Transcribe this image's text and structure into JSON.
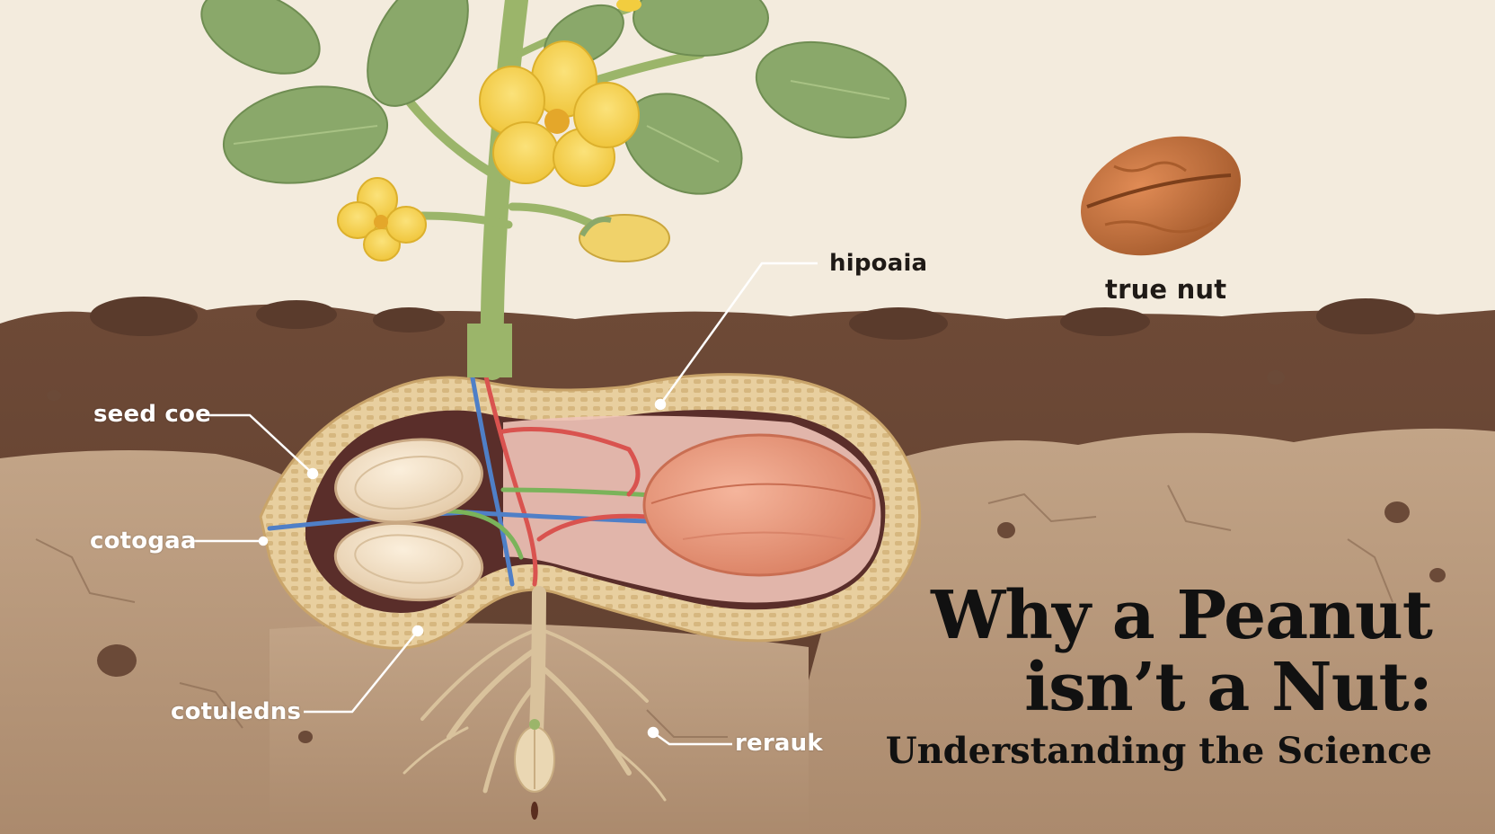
{
  "labels": {
    "hypocotyl": "hipoaia",
    "true_nut": "true nut",
    "seed_coat": "seed coe",
    "cotyledon_top": "cotogaa",
    "cotyledon_bottom": "cotuledns",
    "radicle": "rerauk"
  },
  "title": {
    "line1": "Why a Peanut",
    "line2": "isn’t a Nut:",
    "subtitle": "Understanding the Science"
  },
  "colors": {
    "sky": "#f3ebdd",
    "topsoil": "#7a5440",
    "subsoil": "#b89a7f",
    "leaf": "#8aa86a",
    "flower": "#f2cd3f",
    "shell": "#e8cf9f",
    "seed": "#e8957a",
    "vessel_red": "#d9534f",
    "vessel_blue": "#4f7fc7",
    "vessel_green": "#7bb35a"
  }
}
